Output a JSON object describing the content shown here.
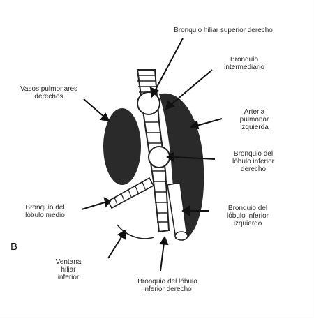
{
  "panel_letter": "B",
  "labels": {
    "bronquio_hiliar_superior": "Bronquio hiliar superior derecho",
    "bronquio_intermediario": "Bronquio\nintermediario",
    "vasos_pulmonares": "Vasos pulmonares\nderechos",
    "arteria_pulmonar": "Arteria\npulmonar\nizquierda",
    "bronquio_lobulo_inferior_derecho": "Bronquio del\nlóbulo inferior\nderecho",
    "bronquio_lobulo_medio": "Bronquio del\nlóbulo medio",
    "bronquio_lobulo_inferior_izquierdo": "Bronquio del\nlóbulo inferior\nizquierdo",
    "ventana_hiliar": "Ventana\nhiliar\ninferior",
    "bronquio_lobulo_inferior_derecho_bottom": "Bronquio del lóbulo\ninferior derecho"
  }
}
